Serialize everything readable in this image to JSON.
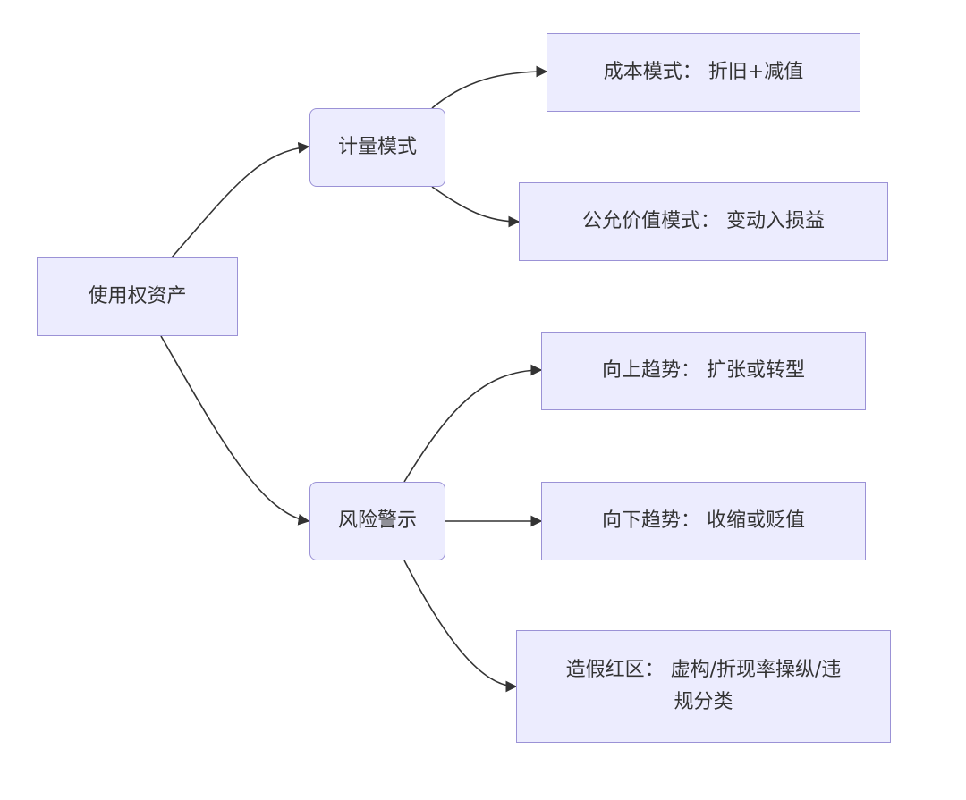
{
  "nodes": {
    "root": "使用权资产",
    "measurement": "计量模式",
    "risk": "风险警示",
    "cost_model": "成本模式： 折旧+减值",
    "fair_value_model": "公允价值模式： 变动入损益",
    "upward_trend": "向上趋势： 扩张或转型",
    "downward_trend": "向下趋势： 收缩或贬值",
    "fraud_zone": "造假红区： 虚构/折现率操纵/违规分类"
  },
  "colors": {
    "node_fill": "#ececfe",
    "node_border": "#9b92d6",
    "edge": "#333333",
    "text": "#333333"
  }
}
